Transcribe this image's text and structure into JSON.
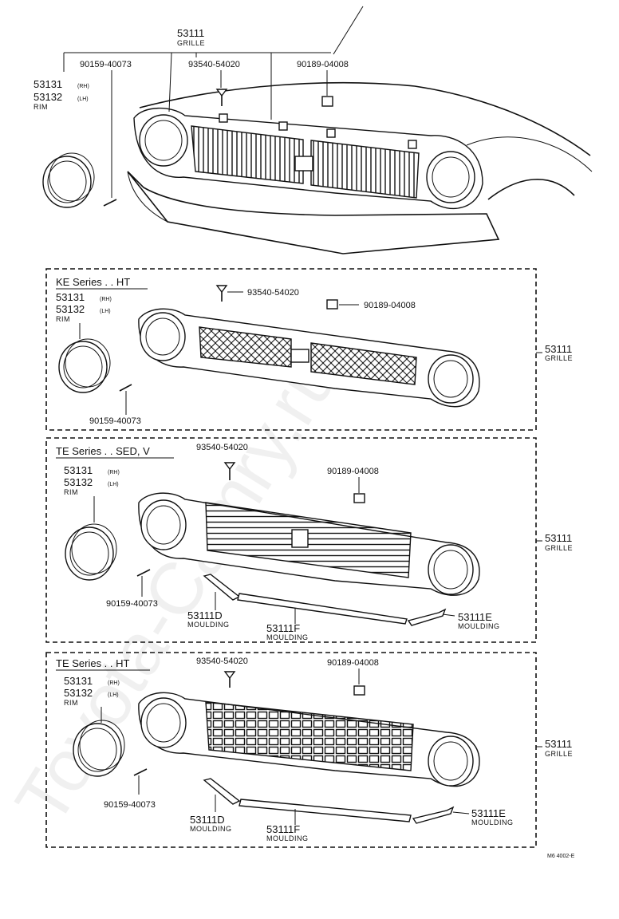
{
  "watermark": "Toyota-Camry.ru",
  "figure_code": "M6 4002-E",
  "top": {
    "grille_pn": "53111",
    "grille_name": "GRILLE",
    "rim_rh_pn": "53131",
    "rim_lh_pn": "53132",
    "rh": "(RH)",
    "lh": "(LH)",
    "rim_name": "RIM",
    "screw_pn": "90159-40073",
    "bolt_pn": "93540-54020",
    "nut_pn": "90189-04008"
  },
  "panels": [
    {
      "title": "KE Series . . HT",
      "rim_rh_pn": "53131",
      "rh": "(RH)",
      "rim_lh_pn": "53132",
      "lh": "(LH)",
      "rim_name": "RIM",
      "bolt_pn": "93540-54020",
      "nut_pn": "90189-04008",
      "screw_pn": "90159-40073",
      "grille_pn": "53111",
      "grille_name": "GRILLE"
    },
    {
      "title": "TE Series . . SED, V",
      "rim_rh_pn": "53131",
      "rh": "(RH)",
      "rim_lh_pn": "53132",
      "lh": "(LH)",
      "rim_name": "RIM",
      "bolt_pn": "93540-54020",
      "nut_pn": "90189-04008",
      "screw_pn": "90159-40073",
      "grille_pn": "53111",
      "grille_name": "GRILLE",
      "moulding_d_pn": "53111D",
      "moulding_f_pn": "53111F",
      "moulding_e_pn": "53111E",
      "moulding_name": "MOULDING"
    },
    {
      "title": "TE Series . . HT",
      "rim_rh_pn": "53131",
      "rh": "(RH)",
      "rim_lh_pn": "53132",
      "lh": "(LH)",
      "rim_name": "RIM",
      "bolt_pn": "93540-54020",
      "nut_pn": "90189-04008",
      "screw_pn": "90159-40073",
      "grille_pn": "53111",
      "grille_name": "GRILLE",
      "moulding_d_pn": "53111D",
      "moulding_f_pn": "53111F",
      "moulding_e_pn": "53111E",
      "moulding_name": "MOULDING"
    }
  ]
}
